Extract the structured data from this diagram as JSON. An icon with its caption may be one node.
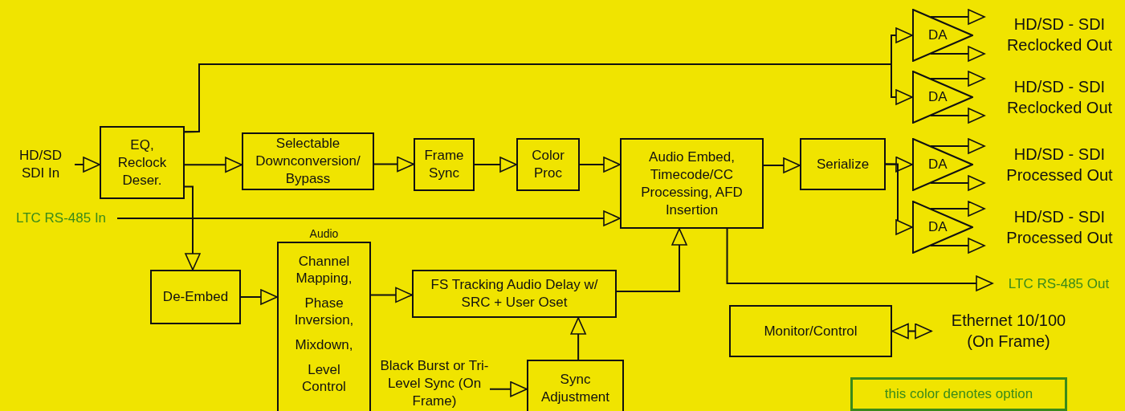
{
  "diagram": {
    "nodes": [
      {
        "text": [
          "HD/SD SDI In"
        ]
      },
      {
        "text": [
          "EQ, Reclock Deser."
        ]
      },
      {
        "text": [
          "Selectable Downconversion/ Bypass"
        ]
      },
      {
        "text": [
          "Frame Sync"
        ]
      },
      {
        "text": [
          "Color Proc"
        ]
      },
      {
        "text": [
          "Audio Embed, Timecode/CC Processing, AFD Insertion"
        ]
      },
      {
        "text": [
          "Serialize"
        ]
      },
      {
        "text": [
          "DA"
        ]
      },
      {
        "text": [
          "DA"
        ]
      },
      {
        "text": [
          "DA"
        ]
      },
      {
        "text": [
          "DA"
        ]
      },
      {
        "text": [
          "HD/SD - SDI Reclocked Out"
        ]
      },
      {
        "text": [
          "HD/SD - SDI Reclocked Out"
        ]
      },
      {
        "text": [
          "HD/SD - SDI Processed Out"
        ]
      },
      {
        "text": [
          "HD/SD - SDI Processed Out"
        ]
      },
      {
        "text": [
          "LTC RS-485 In"
        ]
      },
      {
        "text": [
          "De-Embed"
        ]
      },
      {
        "text": [
          "Audio",
          "Channel Mapping,",
          "Phase Inversion,",
          "Mixdown,",
          "Level Control"
        ]
      },
      {
        "text": [
          "FS Tracking Audio Delay w/ SRC + User Oset"
        ]
      },
      {
        "text": [
          "Black Burst or Tri-Level  Sync (On Frame)"
        ]
      },
      {
        "text": [
          "Sync Adjustment"
        ]
      },
      {
        "text": [
          "LTC RS-485 Out"
        ]
      },
      {
        "text": [
          "Monitor/Control"
        ]
      },
      {
        "text": [
          "Ethernet 10/100 (On Frame)"
        ]
      }
    ],
    "edges": [
      {
        "from": 0,
        "to": 1,
        "arrow": "to"
      },
      {
        "from": 1,
        "to": 7,
        "arrow": "to"
      },
      {
        "from": 1,
        "to": 8,
        "arrow": "to"
      },
      {
        "from": 1,
        "to": 2,
        "arrow": "to"
      },
      {
        "from": 2,
        "to": 3,
        "arrow": "to"
      },
      {
        "from": 3,
        "to": 4,
        "arrow": "to"
      },
      {
        "from": 4,
        "to": 5,
        "arrow": "to"
      },
      {
        "from": 5,
        "to": 6,
        "arrow": "to"
      },
      {
        "from": 6,
        "to": 9,
        "arrow": "to"
      },
      {
        "from": 6,
        "to": 10,
        "arrow": "to"
      },
      {
        "from": 15,
        "to": 5,
        "arrow": "to"
      },
      {
        "from": 1,
        "to": 16,
        "arrow": "to"
      },
      {
        "from": 16,
        "to": 17,
        "arrow": "to"
      },
      {
        "from": 17,
        "to": 18,
        "arrow": "to"
      },
      {
        "from": 18,
        "to": 5,
        "arrow": "to"
      },
      {
        "from": 19,
        "to": 20,
        "arrow": "to"
      },
      {
        "from": 20,
        "to": 18,
        "arrow": "to"
      },
      {
        "from": 5,
        "to": 21,
        "arrow": "to"
      },
      {
        "from": 22,
        "to": 23,
        "arrow": "both"
      },
      {
        "from": 7,
        "to": 11,
        "arrow": "to"
      },
      {
        "from": 7,
        "to": 11,
        "arrow": "to"
      },
      {
        "from": 8,
        "to": 12,
        "arrow": "to"
      },
      {
        "from": 8,
        "to": 12,
        "arrow": "to"
      },
      {
        "from": 9,
        "to": 13,
        "arrow": "to"
      },
      {
        "from": 9,
        "to": 13,
        "arrow": "to"
      },
      {
        "from": 10,
        "to": 14,
        "arrow": "to"
      },
      {
        "from": 10,
        "to": 14,
        "arrow": "to"
      }
    ],
    "legend": [
      {
        "text": "this color denotes option",
        "color": "#3a8a1a"
      }
    ]
  }
}
